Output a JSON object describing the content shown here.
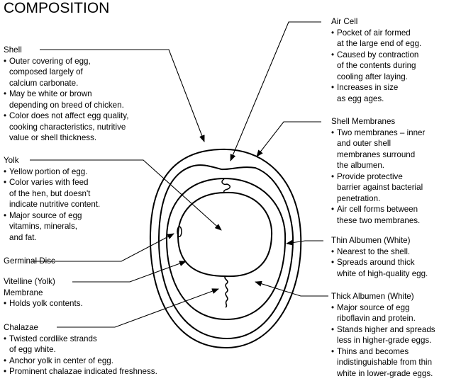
{
  "title": "COMPOSITION",
  "labels": {
    "shell": {
      "heading": "Shell",
      "bullets": [
        "Outer covering of egg,\ncomposed largely of\ncalcium carbonate.",
        "May be white or brown\ndepending on breed of chicken.",
        "Color does not affect egg quality,\ncooking characteristics, nutritive\nvalue or shell thickness."
      ]
    },
    "yolk": {
      "heading": "Yolk",
      "bullets": [
        "Yellow portion of egg.",
        "Color varies with feed\nof the hen, but doesn't\nindicate nutritive content.",
        "Major source of egg\nvitamins, minerals,\nand fat."
      ]
    },
    "germinal_disc": {
      "heading": "Germinal Disc",
      "bullets": []
    },
    "vitelline": {
      "heading": "Vitelline (Yolk)\nMembrane",
      "bullets": [
        "Holds yolk contents."
      ]
    },
    "chalazae": {
      "heading": "Chalazae",
      "bullets": [
        "Twisted cordlike strands\nof egg white.",
        "Anchor yolk in center of egg.",
        "Prominent chalazae indicated freshness."
      ]
    },
    "air_cell": {
      "heading": "Air Cell",
      "bullets": [
        "Pocket of air formed\nat the large end of egg.",
        "Caused by contraction\nof the contents during\ncooling after laying.",
        "Increases in size\nas egg ages."
      ]
    },
    "shell_membranes": {
      "heading": "Shell Membranes",
      "bullets": [
        "Two membranes – inner\nand outer shell\nmembranes surround\nthe albumen.",
        "Provide protective\nbarrier against bacterial\npenetration.",
        "Air cell forms between\nthese two membranes."
      ]
    },
    "thin_albumen": {
      "heading": "Thin Albumen (White)",
      "bullets": [
        "Nearest to the shell.",
        "Spreads around thick\nwhite of high-quality egg."
      ]
    },
    "thick_albumen": {
      "heading": "Thick Albumen (White)",
      "bullets": [
        "Major source of egg\nriboflavin and protein.",
        "Stands higher and spreads\nless in higher-grade eggs.",
        "Thins and becomes\nindistinguishable from thin\nwhite in lower-grade eggs."
      ]
    }
  }
}
